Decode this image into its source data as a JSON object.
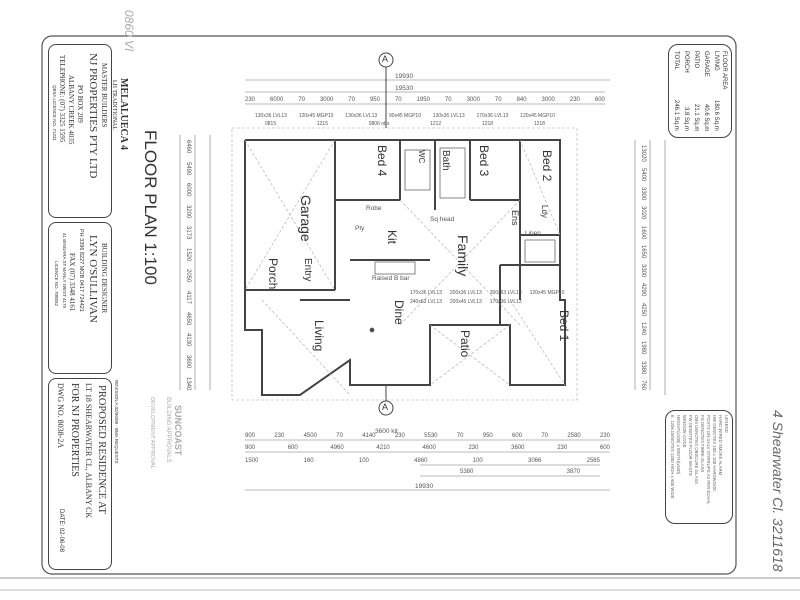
{
  "title_block": {
    "builder": {
      "line1": "MASTER BUILDERS",
      "company": "NJ PROPERTIES PTY LTD",
      "po_box": "PO BOX 209",
      "suburb": "ALBANY CREEK 4035",
      "phone": "TELEPHONE: (07) 3325 1595",
      "licence": "QBSA LICENCE NO. 71231"
    },
    "designer": {
      "line1": "BUILDING DESIGNER",
      "name": "LYN O'SULLIVAN",
      "phone": "PH 3396 8227  MOB 0417 724421",
      "fax": "FAX (07) 3348 4161",
      "address": "41 BINGARA ST MANLY WEST 4179",
      "licence": "LICENCE NO. 708552"
    },
    "project": {
      "line1": "PROPOSED RESIDENCE AT",
      "line2": "LT 18 SHEARWATER CL, ALBANY CK",
      "line3": "FOR NJ PROPERTIES",
      "dwg": "DWG NO. 8038-2A",
      "date": "DATE: 02-06-08"
    },
    "revision": "REVISION A 02/06/08 - BMA REQUESTS"
  },
  "plan_name": "MELALUECA 4",
  "plan_style": "LH TRADITIONAL",
  "plan_title": "FLOOR PLAN 1:100",
  "handwriting": {
    "top_left": "0860  VI",
    "bottom_right": "4 Shearwater Cl. 3211618"
  },
  "stamp": {
    "line1": "SUNCOAST",
    "line2": "BUILDING APPROVALS",
    "line3": "DEVELOPMENT APPROVAL"
  },
  "floor_area": {
    "heading": "FLOOR AREA",
    "rows": [
      {
        "label": "LIVING",
        "value": "180.6 Sq.m"
      },
      {
        "label": "GARAGE",
        "value": "40.6 Sq.m"
      },
      {
        "label": "PATIO",
        "value": "21.1 Sq.m"
      },
      {
        "label": "PORCH",
        "value": "3.8 Sq.m"
      },
      {
        "label": "TOTAL",
        "value": "246.1 Sq.m"
      }
    ]
  },
  "legend": {
    "heading": "LEGEND",
    "items": [
      "HARD WIRED SMOKE ALARM",
      "HW DENOTES 100 x 100 HARDWOOD",
      "POSTS ON GALV STIRRUPS AS PER ECHAL",
      "FG DENOTES FIBRE GLASS",
      "OBS DENOTES OBSCURE GLASS",
      "FW DENOTES FLOOR WASTE",
      "WINDOW CODE",
      "HEIGHT(x100) x WIDTH(x100)",
      "E. 1206 DENOTES 1200 HIGH x 600 WIDE"
    ]
  },
  "rooms": {
    "garage": "Garage",
    "bed4": "Bed 4",
    "bed3": "Bed 3",
    "bed2": "Bed 2",
    "bed1": "Bed 1",
    "bath": "Bath",
    "wc": "WC",
    "ens": "Ens",
    "ldy": "Ldy",
    "kit": "Kit",
    "family": "Family",
    "dine": "Dine",
    "living": "Living",
    "patio": "Patio",
    "entry": "Entry",
    "porch": "Porch",
    "robe": "Robe",
    "pty": "Pty",
    "linen": "Linen",
    "raised_bar": "Raised B bar",
    "sq_head": "Sq head",
    "kit_dim": "3600 kit"
  },
  "section_marker": "A",
  "dims": {
    "top_overall": "19930",
    "top_inner": "19530",
    "top_row": [
      "230",
      "6000",
      "70",
      "3000",
      "70",
      "950",
      "70",
      "1950",
      "70",
      "3000",
      "70",
      "840",
      "3000",
      "230",
      "600"
    ],
    "lintels_top": [
      "130x36 LVL13",
      "120x45 MGP10",
      "130x36 LVL13",
      "90x45 MGP10",
      "130x36 LVL13",
      "170x36 LVL13",
      "120x45 MGP10"
    ],
    "windows_top": [
      "0815",
      "1215",
      "0806 obs",
      "1212",
      "1218",
      "1218"
    ],
    "bottom_row1": [
      "900",
      "230",
      "4500",
      "70",
      "4140",
      "230",
      "5530",
      "70",
      "950",
      "600",
      "70",
      "2580",
      "230"
    ],
    "bottom_row2": [
      "900",
      "600",
      "4960",
      "4210",
      "4600",
      "230",
      "3600",
      "230",
      "600"
    ],
    "bottom_row3": [
      "1500",
      "160",
      "100",
      "4860",
      "100",
      "3066",
      "2585"
    ],
    "bottom_row4": [
      "5380",
      "3870"
    ],
    "bottom_overall": "19930",
    "right": [
      "13020",
      "5400",
      "3300",
      "3020",
      "1600",
      "1650",
      "3300",
      "4290",
      "4250",
      "1240",
      "1980",
      "3380",
      "760"
    ],
    "left": [
      "6460",
      "5490",
      "6000",
      "3200",
      "3173",
      "1520",
      "2050",
      "4117",
      "4650",
      "4130",
      "3600",
      "1340"
    ],
    "lintels_plan": [
      "170x36 LVL13",
      "200x36 LVL13",
      "300x63 LVL13",
      "120x45 MGP10",
      "240x63 LVL13",
      "200x45 LVL13",
      "170x36 LVL13"
    ]
  }
}
